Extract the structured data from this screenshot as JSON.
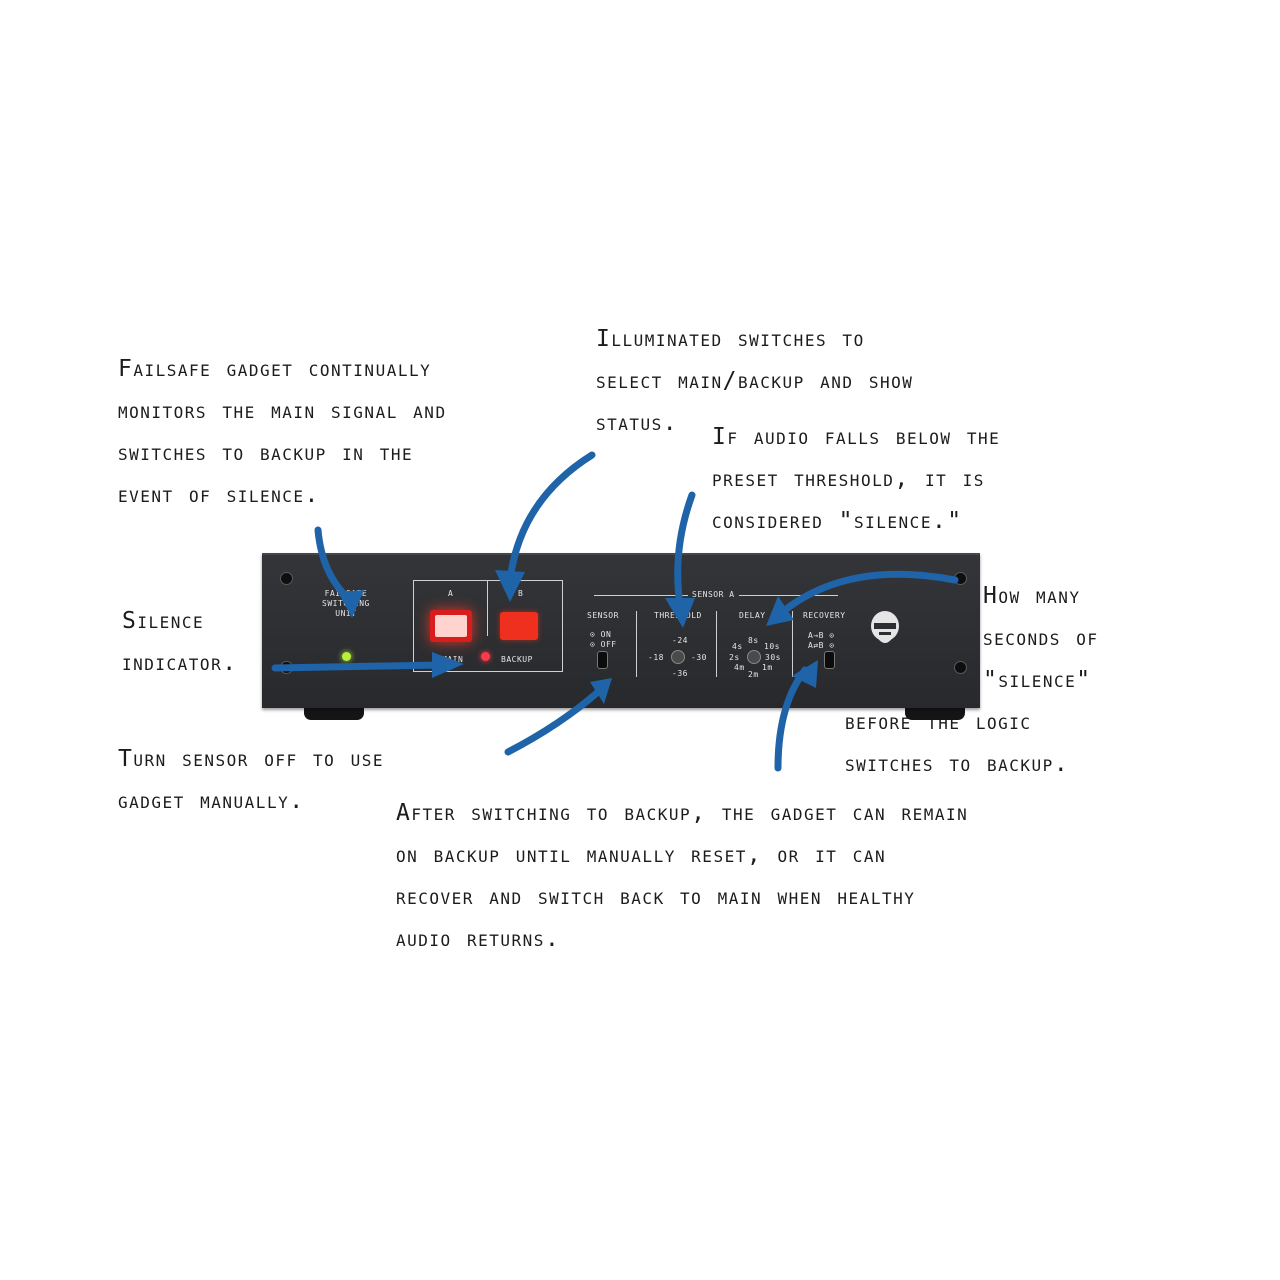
{
  "annotations": {
    "failsafe": [
      "Failsafe gadget continually",
      "monitors the main signal and",
      "switches to backup in the",
      "event of silence."
    ],
    "illuminated": [
      "Illuminated switches to",
      "select main/backup and show",
      "status."
    ],
    "threshold": [
      "If audio falls below the",
      "preset threshold, it is",
      "considered \"silence.\""
    ],
    "silence_indicator": [
      "Silence",
      "indicator."
    ],
    "delay": [
      "How many",
      "seconds of",
      "\"silence\"",
      "before the logic",
      "switches to backup."
    ],
    "sensor_off": [
      "Turn sensor off to use",
      "gadget manually."
    ],
    "recovery": [
      "After switching to backup, the gadget can remain",
      "on backup until manually reset, or it can",
      "recover and switch back to main when healthy",
      "audio returns."
    ]
  },
  "device": {
    "brand_label": [
      "FAILSAFE",
      "SWITCHING",
      "UNIT"
    ],
    "switch_a_label": "A",
    "switch_b_label": "B",
    "main_label": "MAIN",
    "backup_label": "BACKUP",
    "sensor_section_label": "SENSOR A",
    "sensor_label": "SENSOR",
    "sensor_on": "ON",
    "sensor_off": "OFF",
    "threshold_label": "THRESHOLD",
    "threshold_ticks": [
      "-24",
      "-18",
      "-30",
      "-36"
    ],
    "delay_label": "DELAY",
    "delay_ticks": [
      "8s",
      "4s",
      "10s",
      "2s",
      "30s",
      "4m",
      "1m",
      "2m"
    ],
    "recovery_label": "RECOVERY",
    "recovery_options": [
      "A→B",
      "A⇄B"
    ]
  },
  "colors": {
    "arrow": "#1f63a8",
    "switch_a": "#f5332c",
    "switch_b": "#f0301f",
    "indicator_led": "#b7f03c",
    "backup_led": "#ff3a48"
  }
}
